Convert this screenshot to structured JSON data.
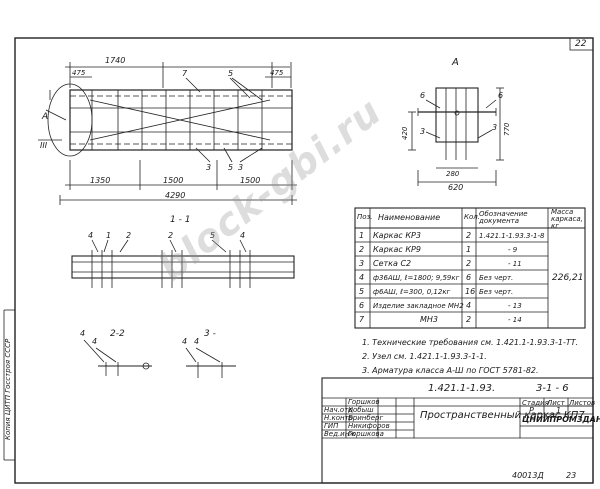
{
  "sheet_number": "22",
  "watermark": "block-gbi.ru",
  "main_view": {
    "dims_top": [
      "1740",
      "475",
      "475"
    ],
    "dims_bottom": [
      "1350",
      "1500",
      "1500"
    ],
    "overall": "4290",
    "callouts": [
      "7",
      "5",
      "3",
      "5",
      "3"
    ],
    "node_label": "А",
    "section_label": "III"
  },
  "detail_a": {
    "title": "А",
    "callouts": [
      "6",
      "6",
      "3",
      "3"
    ],
    "left_dim": "420",
    "right_dim": "770",
    "inner_dim": "280",
    "bottom_dim": "620"
  },
  "section_1_1": {
    "title": "1 - 1",
    "callouts": [
      "4",
      "1",
      "2",
      "2",
      "5",
      "4"
    ]
  },
  "section_2_2": {
    "title": "2-2",
    "callouts": [
      "4",
      "4"
    ]
  },
  "section_3_3": {
    "title": "3 -",
    "callouts": [
      "4",
      "4"
    ]
  },
  "spec_table": {
    "headers": [
      "Поз.",
      "Наименование",
      "Кол.",
      "Обозначение документа",
      "Масса каркаса, кг"
    ],
    "rows": [
      [
        "1",
        "Каркас КР3",
        "2",
        "1.421.1-1.93.3-1-8",
        ""
      ],
      [
        "2",
        "Каркас КР9",
        "1",
        "- 9",
        ""
      ],
      [
        "3",
        "Сетка С2",
        "2",
        "- 11",
        ""
      ],
      [
        "4",
        "ф36АШ, ℓ=1800; 9,59кг",
        "6",
        "Без черт.",
        ""
      ],
      [
        "5",
        "ф6АШ, ℓ=300, 0,12кг",
        "16",
        "Без черт.",
        ""
      ],
      [
        "6",
        "Изделие закладное МН2",
        "4",
        "- 13",
        ""
      ],
      [
        "7",
        "МН3",
        "2",
        "- 14",
        ""
      ]
    ],
    "mass": "226,21"
  },
  "notes": [
    "1. Технические требования см. 1.421.1-1.93.3-1-ТТ.",
    "2. Узел см. 1.421.1-1.93.3-1-1.",
    "3. Арматура класса А-Ш по ГОСТ 5781-82."
  ],
  "title_block": {
    "code": "1.421.1-1.93.",
    "sheet_ref": "3-1 - 6",
    "title": "Пространственный каркас КП7",
    "col_stage": "Стадия",
    "col_sheet": "Лист",
    "col_sheets": "Листов",
    "stage": "Р",
    "sheet": "1",
    "org": "ЦНИИПРОМЗДАНИЙ",
    "roles": [
      "Нач.отд",
      "Н.контр",
      "ГИП",
      "Вед.инж"
    ],
    "names": [
      "Горшков",
      "Кобыш",
      "Бринберг",
      "Никифоров",
      "Горшкова"
    ],
    "side_stamp": "Копия ЦИТП Госстроя СССР",
    "footer_left": "40013Д",
    "footer_right": "23"
  }
}
